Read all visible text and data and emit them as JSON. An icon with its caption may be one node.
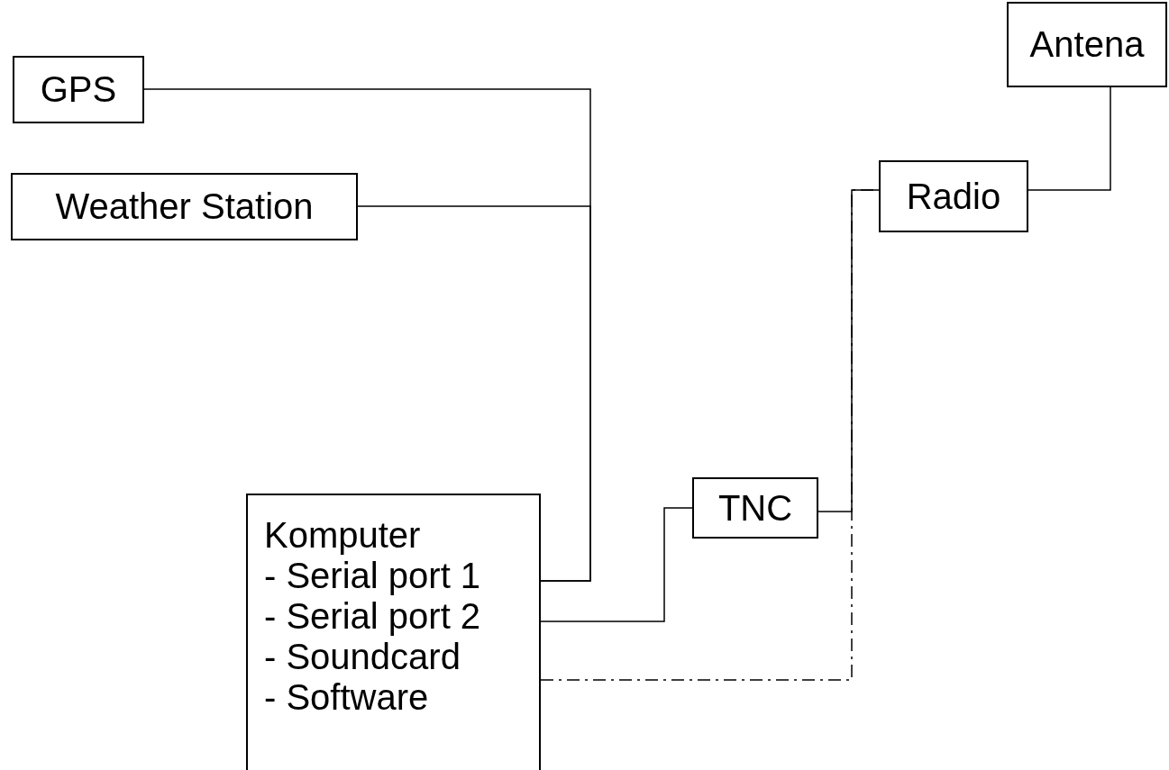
{
  "diagram": {
    "nodes": [
      {
        "text": [
          "GPS"
        ]
      },
      {
        "text": [
          "Weather Station"
        ]
      },
      {
        "text": [
          "Komputer",
          "- Serial port 1",
          "- Serial port 2",
          "- Soundcard",
          "- Software"
        ]
      },
      {
        "text": [
          "TNC"
        ]
      },
      {
        "text": [
          "Radio"
        ]
      },
      {
        "text": [
          "Antena"
        ]
      }
    ],
    "edges": [
      {
        "from": 0,
        "to": 2,
        "arrow": "none"
      },
      {
        "from": 1,
        "to": 2,
        "arrow": "none"
      },
      {
        "from": 2,
        "to": 3,
        "arrow": "none"
      },
      {
        "from": 3,
        "to": 4,
        "arrow": "none"
      },
      {
        "from": 2,
        "to": 4,
        "arrow": "none",
        "style": "dashed"
      },
      {
        "from": 4,
        "to": 5,
        "arrow": "none"
      }
    ]
  }
}
